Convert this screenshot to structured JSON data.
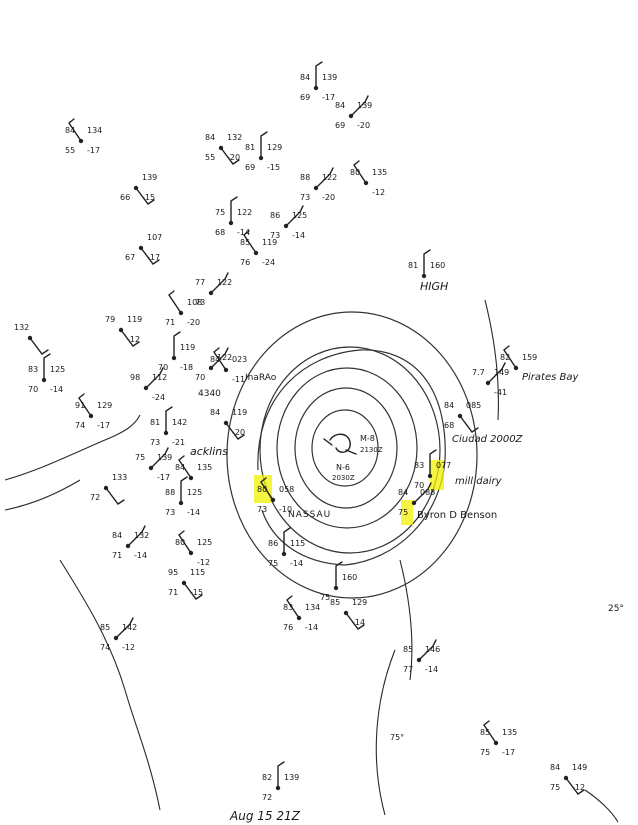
{
  "map": {
    "stations": [
      {
        "id": "s1",
        "t": "84",
        "p": "139",
        "td": "69",
        "pt": "-17"
      },
      {
        "id": "s2",
        "t": "84",
        "p": "139",
        "td": "69",
        "pt": "-20"
      },
      {
        "id": "s3",
        "t": "84",
        "p": "134",
        "td": "55",
        "pt": "-17"
      },
      {
        "id": "s4",
        "t": "84",
        "p": "132",
        "td": "55",
        "pt": "-20"
      },
      {
        "id": "s5",
        "t": "81",
        "p": "129",
        "td": "69",
        "pt": "-15"
      },
      {
        "id": "s6",
        "t": "88",
        "p": "122",
        "td": "73",
        "pt": "-20"
      },
      {
        "id": "s7",
        "t": "80",
        "p": "135",
        "td": "",
        "pt": "-12"
      },
      {
        "id": "s8",
        "t": "",
        "p": "139",
        "td": "66",
        "pt": "-15"
      },
      {
        "id": "s9",
        "t": "75",
        "p": "122",
        "td": "68",
        "pt": "-14"
      },
      {
        "id": "s10",
        "t": "86",
        "p": "125",
        "td": "73",
        "pt": "-14"
      },
      {
        "id": "s11",
        "t": "85",
        "p": "119",
        "td": "76",
        "pt": "-24"
      },
      {
        "id": "s12",
        "t": "",
        "p": "107",
        "td": "67",
        "pt": "-17"
      },
      {
        "id": "s13",
        "t": "81",
        "p": "160",
        "td": "",
        "pt": ""
      },
      {
        "id": "s14",
        "t": "77",
        "p": "122",
        "td": "73",
        "pt": ""
      },
      {
        "id": "s15",
        "t": "",
        "p": "108",
        "td": "71",
        "pt": "-20"
      },
      {
        "id": "s16",
        "t": "79",
        "p": "119",
        "td": "",
        "pt": "-12"
      },
      {
        "id": "s17",
        "t": "",
        "p": "119",
        "td": "70",
        "pt": "-18"
      },
      {
        "id": "s18",
        "t": "",
        "p": "122",
        "td": "70",
        "pt": ""
      },
      {
        "id": "s19",
        "t": "84",
        "p": "023",
        "td": "",
        "pt": "-11"
      },
      {
        "id": "s20",
        "t": "132",
        "p": "",
        "td": "",
        "pt": ""
      },
      {
        "id": "s21",
        "t": "83",
        "p": "125",
        "td": "70",
        "pt": "-14"
      },
      {
        "id": "s22",
        "t": "98",
        "p": "112",
        "td": "",
        "pt": "-24"
      },
      {
        "id": "s23",
        "t": "91",
        "p": "129",
        "td": "74",
        "pt": "-17"
      },
      {
        "id": "s24",
        "t": "84",
        "p": "119",
        "td": "",
        "pt": "-20"
      },
      {
        "id": "s25",
        "t": "81",
        "p": "142",
        "td": "73",
        "pt": "-21"
      },
      {
        "id": "s26",
        "t": "75",
        "p": "139",
        "td": "",
        "pt": "-17"
      },
      {
        "id": "s27",
        "t": "84",
        "p": "135",
        "td": "",
        "pt": ""
      },
      {
        "id": "s28",
        "t": "",
        "p": "133",
        "td": "72",
        "pt": ""
      },
      {
        "id": "s29",
        "t": "88",
        "p": "125",
        "td": "73",
        "pt": "-14"
      },
      {
        "id": "s30",
        "t": "84",
        "p": "132",
        "td": "71",
        "pt": "-14"
      },
      {
        "id": "s31",
        "t": "80",
        "p": "125",
        "td": "",
        "pt": "-12"
      },
      {
        "id": "s32",
        "t": "95",
        "p": "115",
        "td": "71",
        "pt": "-15"
      },
      {
        "id": "s33",
        "t": "86",
        "p": "115",
        "td": "75",
        "pt": "-14"
      },
      {
        "id": "s34",
        "t": "85",
        "p": "142",
        "td": "74",
        "pt": "-12"
      },
      {
        "id": "s35",
        "t": "83",
        "p": "134",
        "td": "76",
        "pt": "-14"
      },
      {
        "id": "s36",
        "t": "85",
        "p": "129",
        "td": "",
        "pt": "-14"
      },
      {
        "id": "s37",
        "t": "",
        "p": "160",
        "td": "75",
        "pt": ""
      },
      {
        "id": "s38",
        "t": "85",
        "p": "146",
        "td": "77",
        "pt": "-14"
      },
      {
        "id": "s39",
        "t": "85",
        "p": "135",
        "td": "75",
        "pt": "-17"
      },
      {
        "id": "s40",
        "t": "84",
        "p": "149",
        "td": "75",
        "pt": "-12"
      },
      {
        "id": "s41",
        "t": "82",
        "p": "139",
        "td": "72",
        "pt": ""
      },
      {
        "id": "s42",
        "t": "7.7",
        "p": "149",
        "td": "",
        "pt": "-41"
      },
      {
        "id": "s43",
        "t": "82",
        "p": "159",
        "td": "",
        "pt": ""
      },
      {
        "id": "s44",
        "t": "84",
        "p": "085",
        "td": "68",
        "pt": ""
      },
      {
        "id": "s45",
        "t": "83",
        "p": "077",
        "td": "70",
        "pt": ""
      },
      {
        "id": "s46",
        "t": "84",
        "p": "088",
        "td": "75",
        "pt": ""
      },
      {
        "id": "s47",
        "t": "80",
        "p": "058",
        "td": "73",
        "pt": "-10"
      }
    ],
    "labels": {
      "high": "HIGH",
      "inagua": "InaRAo",
      "station_id": "4340",
      "acklins": "acklins",
      "pirates_bay": "Pirates Bay",
      "ciudad": "Ciudad 2000Z",
      "mill_dairy": "mill dairy",
      "byron": "Byron D Benson",
      "nassau": "NASSAU",
      "center_m8": "M-8",
      "center_time1": "2130Z",
      "center_n6": "N-6",
      "center_time2": "2030Z",
      "temp_25": "25°",
      "temp_75": "75°",
      "footer": "Aug 15 21Z"
    },
    "highlighted_stations": [
      "NASSAU",
      "mill dairy",
      "Byron D Benson"
    ]
  }
}
